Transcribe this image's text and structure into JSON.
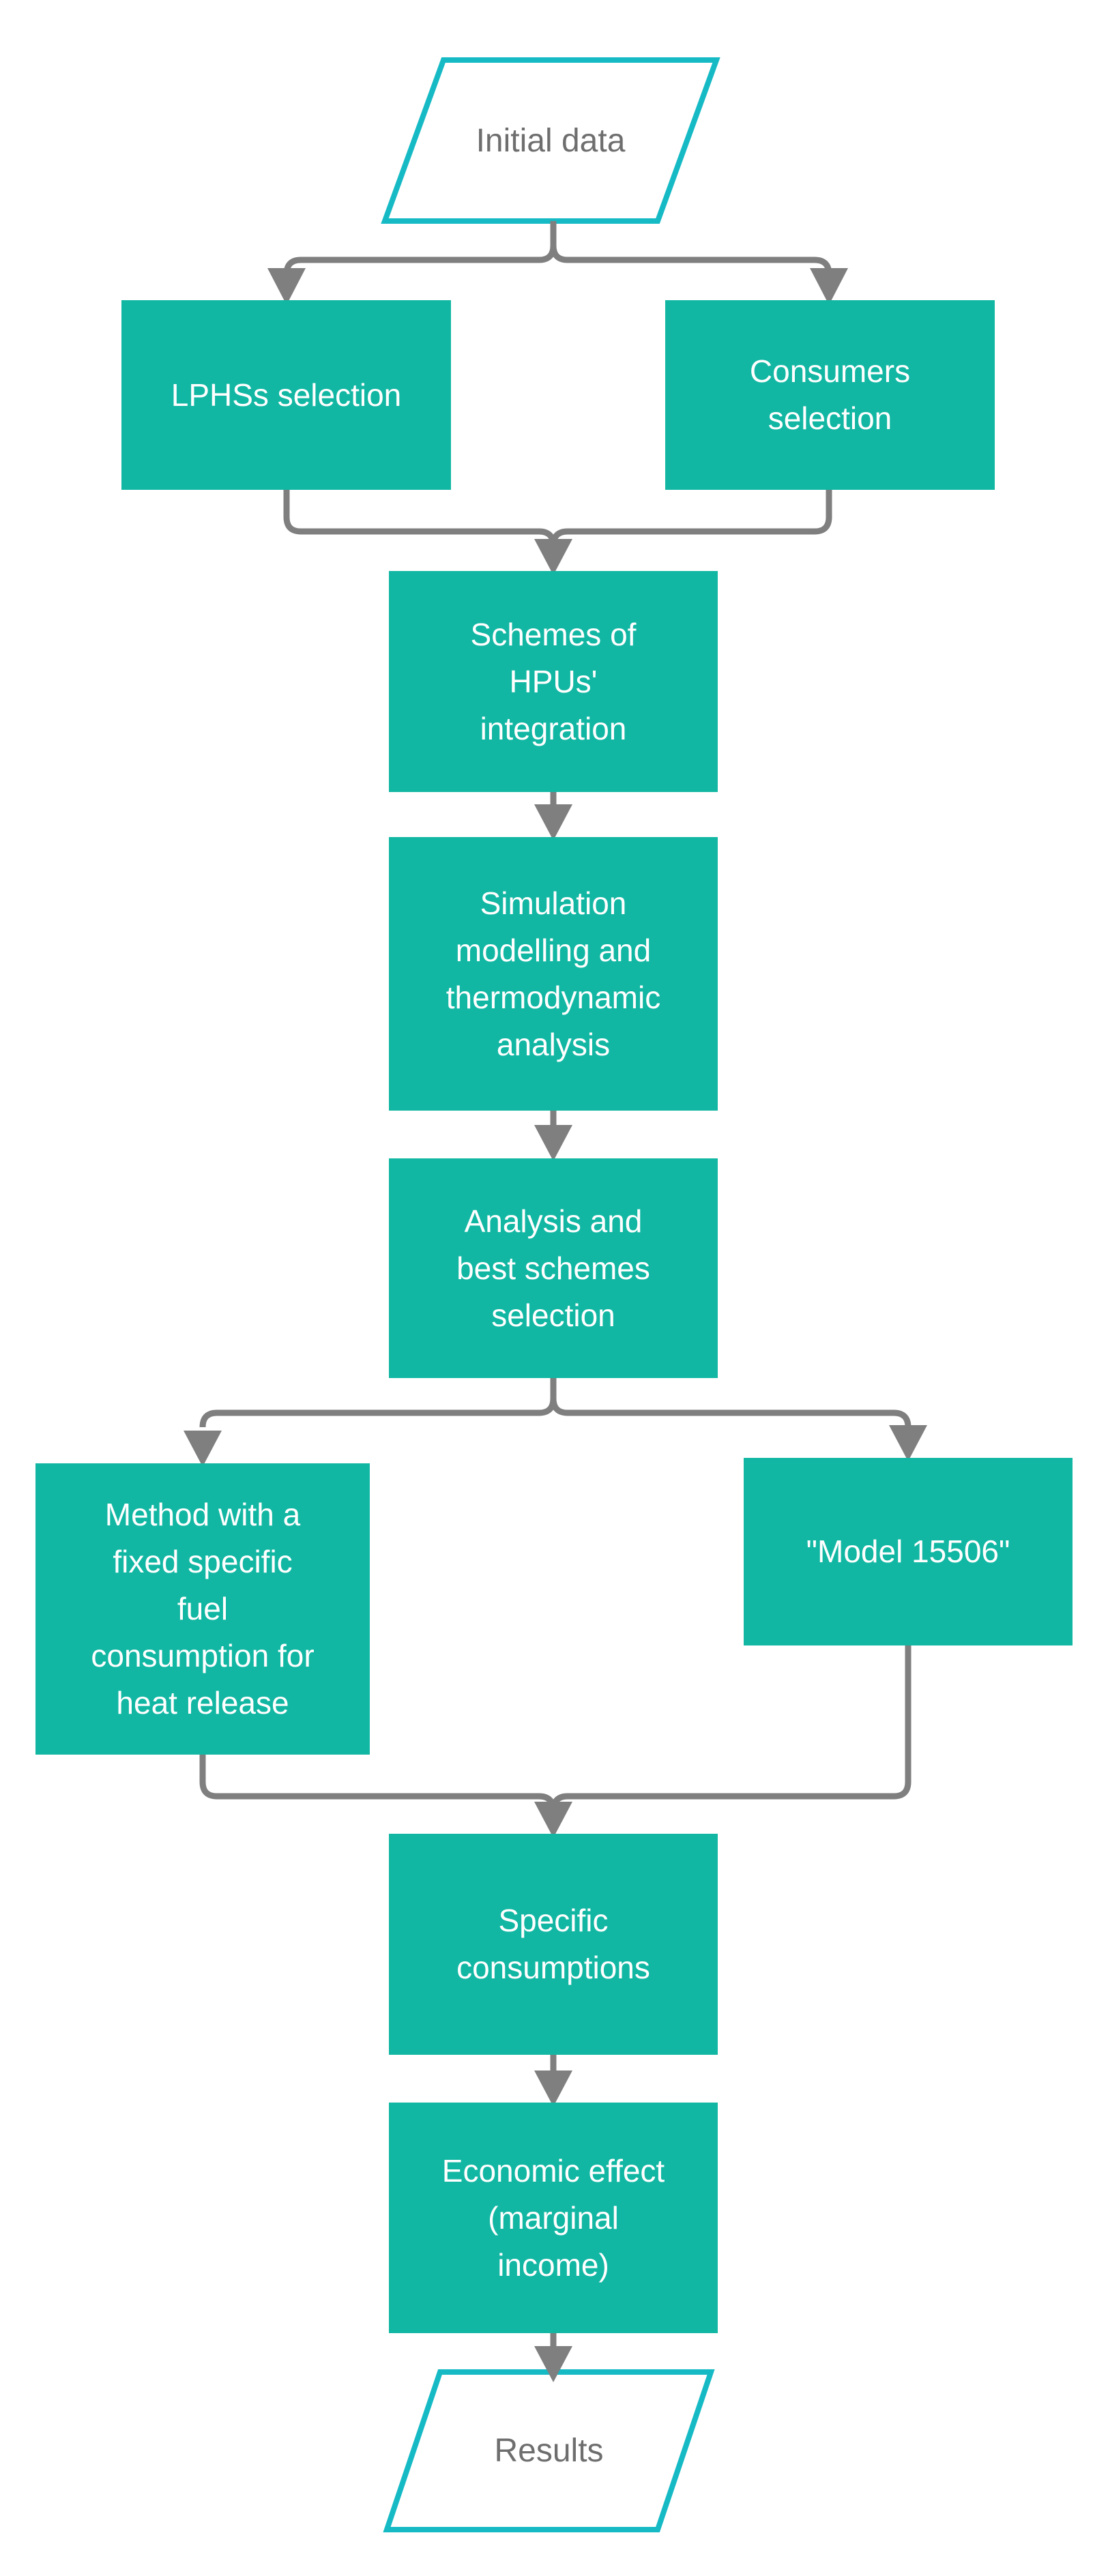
{
  "flowchart": {
    "colors": {
      "node_fill": "#12b7a3",
      "shape_border": "#16bac5",
      "connector": "#7f7f7f",
      "node_text": "#ffffff",
      "terminal_text": "#6e6e6e",
      "background": "#ffffff"
    },
    "nodes": {
      "initial_data": {
        "label": "Initial data",
        "type": "parallelogram"
      },
      "lphs": {
        "label": "LPHSs selection",
        "type": "process"
      },
      "consumers": {
        "label": "Consumers\nselection",
        "type": "process"
      },
      "schemes": {
        "label": "Schemes of\nHPUs'\nintegration",
        "type": "process"
      },
      "simulation": {
        "label": "Simulation\nmodelling and\nthermodynamic\nanalysis",
        "type": "process"
      },
      "analysis": {
        "label": "Analysis and\nbest schemes\nselection",
        "type": "process"
      },
      "method": {
        "label": "Method with a\nfixed specific\nfuel\nconsumption for\nheat release",
        "type": "process"
      },
      "model": {
        "label": "\"Model 15506\"",
        "type": "process"
      },
      "specific": {
        "label": "Specific\nconsumptions",
        "type": "process"
      },
      "economic": {
        "label": "Economic effect\n(marginal\nincome)",
        "type": "process"
      },
      "results": {
        "label": "Results",
        "type": "parallelogram"
      }
    },
    "edges": [
      "initial_data -> lphs",
      "initial_data -> consumers",
      "lphs -> schemes",
      "consumers -> schemes",
      "schemes -> simulation",
      "simulation -> analysis",
      "analysis -> method",
      "analysis -> model",
      "method -> specific",
      "model -> specific",
      "specific -> economic",
      "economic -> results"
    ]
  }
}
